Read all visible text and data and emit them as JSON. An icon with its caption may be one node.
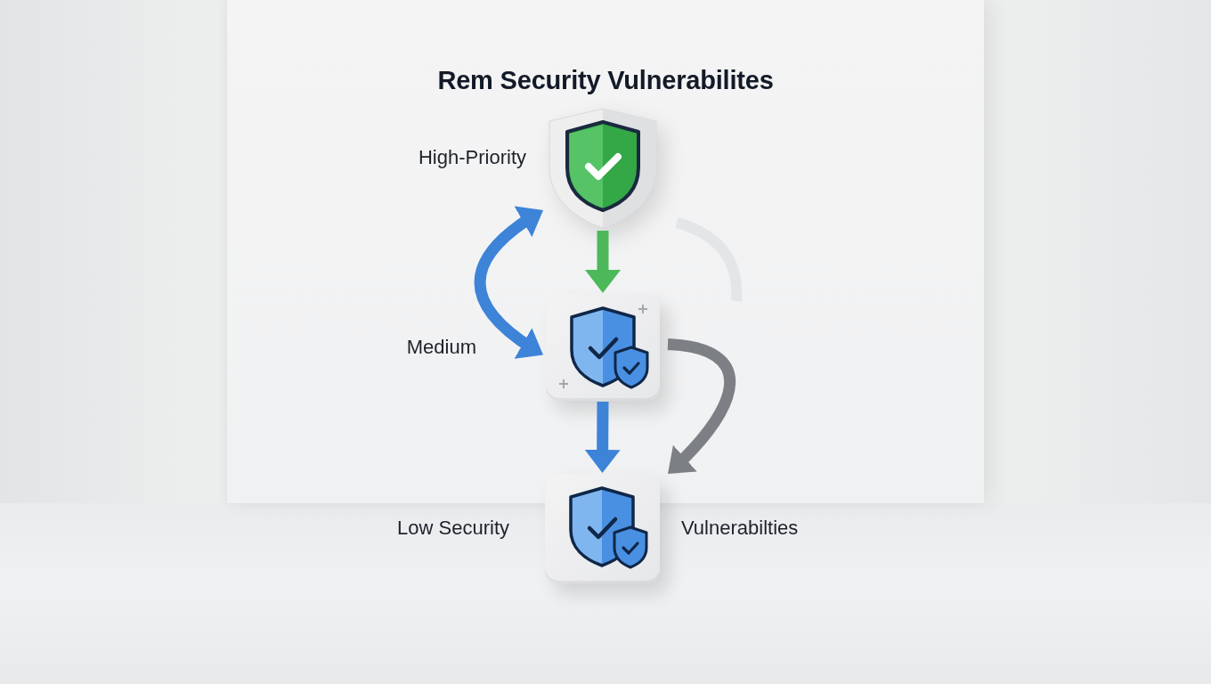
{
  "diagram": {
    "title": "Rem Security Vulnerabilites",
    "nodes": [
      {
        "text": [],
        "shape": "picture",
        "beside": [
          "High-Priority"
        ]
      },
      {
        "text": [],
        "shape": "picture",
        "beside": [
          "Medium"
        ]
      },
      {
        "text": [],
        "shape": "picture",
        "beside": [
          "Low Security",
          "Vulnerabilties"
        ]
      }
    ],
    "edges": [
      {
        "from": 0,
        "to": 1,
        "arrow": "to",
        "color": "#4cb85a"
      },
      {
        "from": 0,
        "to": 1,
        "arrow": "both"
      },
      {
        "from": 1,
        "to": 2,
        "arrow": "to"
      },
      {
        "from": 1,
        "to": 2,
        "arrow": "to",
        "color": "#7c8085"
      }
    ]
  }
}
